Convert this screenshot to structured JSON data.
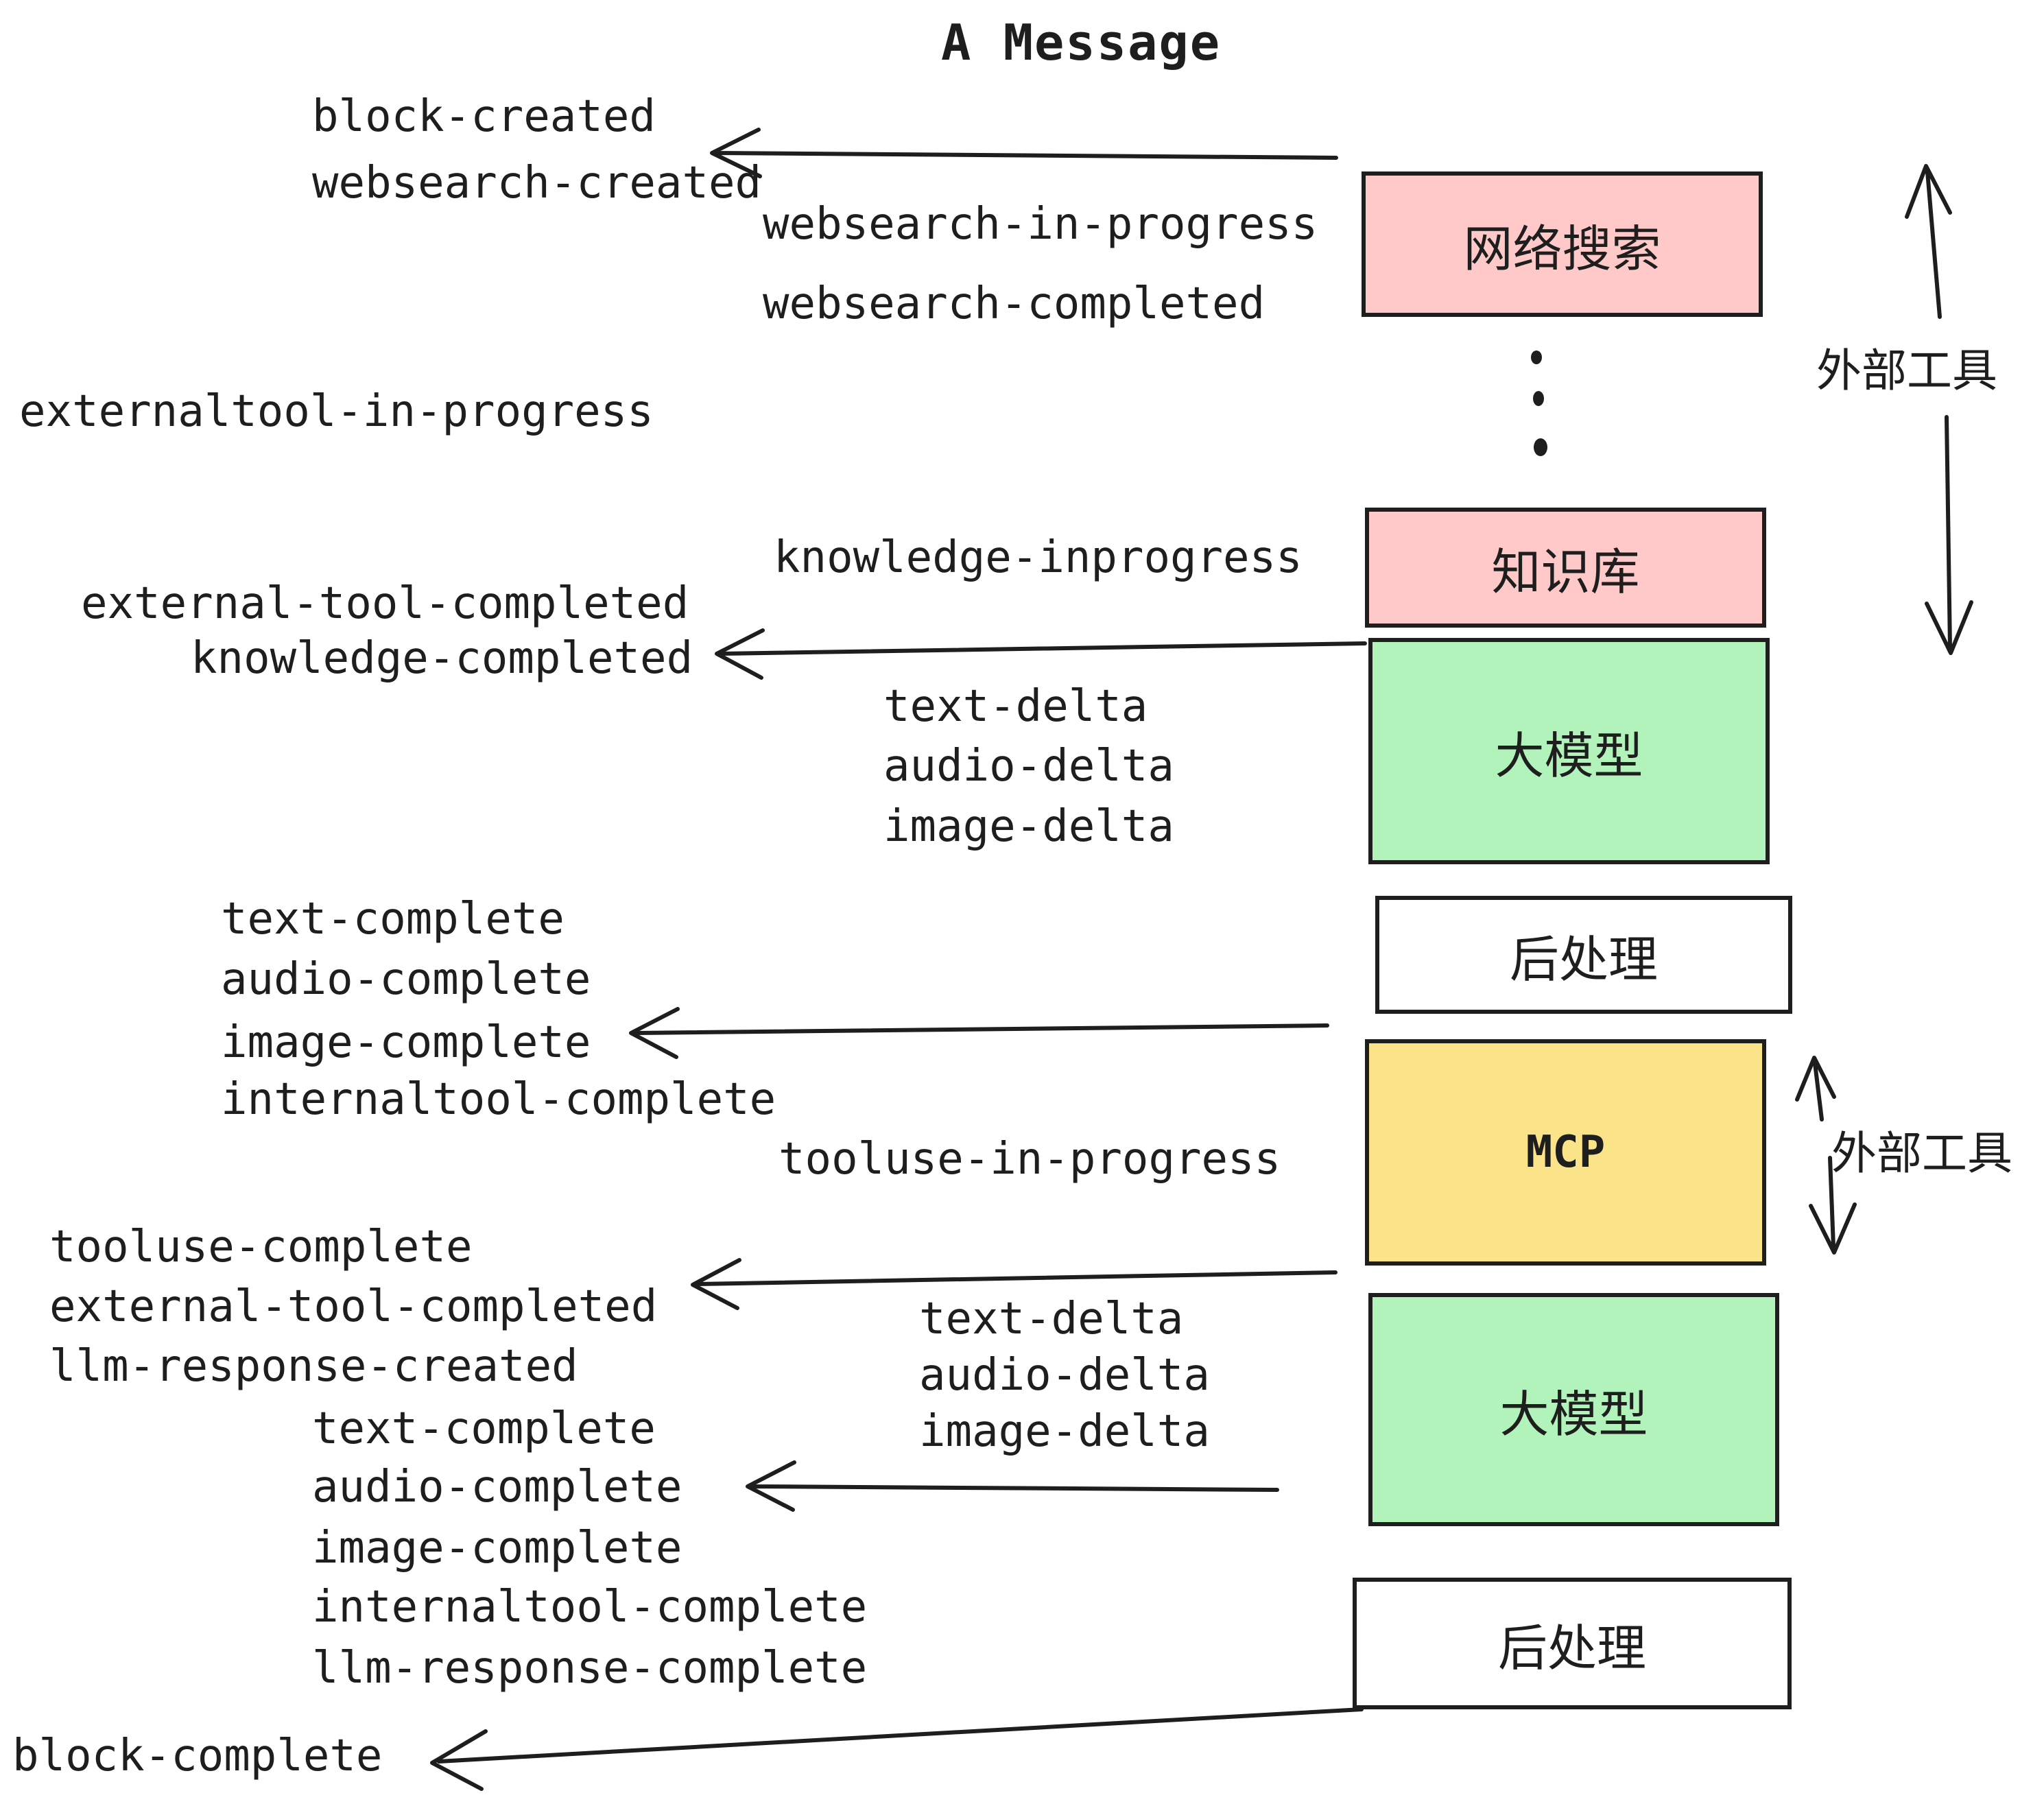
{
  "diagram": {
    "title": "A Message"
  },
  "events": [
    {
      "name": "block-created",
      "text": "block-created"
    },
    {
      "name": "websearch-created",
      "text": "websearch-created"
    },
    {
      "name": "websearch-in-progress",
      "text": "websearch-in-progress"
    },
    {
      "name": "websearch-completed",
      "text": "websearch-completed"
    },
    {
      "name": "externaltool-in-progress",
      "text": "externaltool-in-progress"
    },
    {
      "name": "knowledge-inprogress",
      "text": "knowledge-inprogress"
    },
    {
      "name": "external-tool-completed",
      "text": "external-tool-completed"
    },
    {
      "name": "knowledge-completed",
      "text": "knowledge-completed"
    },
    {
      "name": "text-delta-1",
      "text": "text-delta"
    },
    {
      "name": "audio-delta-1",
      "text": "audio-delta"
    },
    {
      "name": "image-delta-1",
      "text": "image-delta"
    },
    {
      "name": "text-complete-1",
      "text": "text-complete"
    },
    {
      "name": "audio-complete-1",
      "text": "audio-complete"
    },
    {
      "name": "image-complete-1",
      "text": "image-complete"
    },
    {
      "name": "internaltool-complete-1",
      "text": "internaltool-complete"
    },
    {
      "name": "tooluse-in-progress",
      "text": "tooluse-in-progress"
    },
    {
      "name": "tooluse-complete",
      "text": "tooluse-complete"
    },
    {
      "name": "external-tool-completed-2",
      "text": "external-tool-completed"
    },
    {
      "name": "llm-response-created",
      "text": "llm-response-created"
    },
    {
      "name": "text-delta-2",
      "text": "text-delta"
    },
    {
      "name": "audio-delta-2",
      "text": "audio-delta"
    },
    {
      "name": "image-delta-2",
      "text": "image-delta"
    },
    {
      "name": "text-complete-2",
      "text": "text-complete"
    },
    {
      "name": "audio-complete-2",
      "text": "audio-complete"
    },
    {
      "name": "image-complete-2",
      "text": "image-complete"
    },
    {
      "name": "internaltool-complete-2",
      "text": "internaltool-complete"
    },
    {
      "name": "llm-response-complete",
      "text": "llm-response-complete"
    },
    {
      "name": "block-complete",
      "text": "block-complete"
    }
  ],
  "boxes": [
    {
      "name": "websearch-box",
      "label": "网络搜索",
      "color": "#ffc9c9"
    },
    {
      "name": "knowledge-box",
      "label": "知识库",
      "color": "#ffc9c9"
    },
    {
      "name": "llm-box-1",
      "label": "大模型",
      "color": "#b2f2bb"
    },
    {
      "name": "postprocess-box-1",
      "label": "后处理",
      "color": "#ffffff"
    },
    {
      "name": "mcp-box",
      "label": "MCP",
      "color": "#fbe389"
    },
    {
      "name": "llm-box-2",
      "label": "大模型",
      "color": "#b2f2bb"
    },
    {
      "name": "postprocess-box-2",
      "label": "后处理",
      "color": "#ffffff"
    }
  ],
  "annotations": [
    {
      "name": "external-tools-top",
      "text": "外部工具"
    },
    {
      "name": "external-tools-mcp",
      "text": "外部工具"
    }
  ],
  "colors": {
    "stroke": "#1e1e1e",
    "box_border": "#1e1e1e",
    "pink": "#ffc9c9",
    "green": "#b2f2bb",
    "yellow": "#fbe389",
    "white": "#ffffff"
  }
}
